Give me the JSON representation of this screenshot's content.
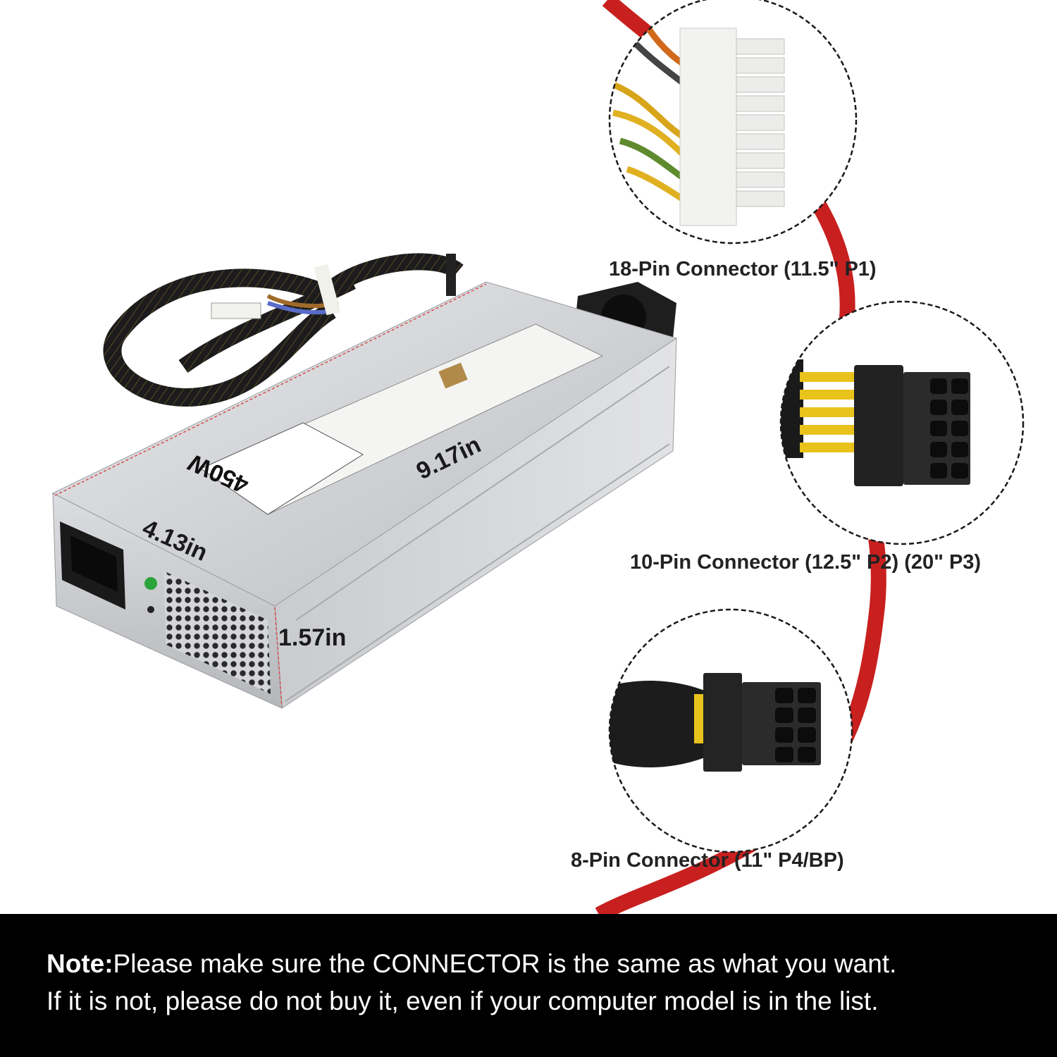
{
  "connectors": [
    {
      "label": "18-Pin Connector (11.5\" P1)"
    },
    {
      "label": "10-Pin Connector (12.5\" P2) (20\" P3)"
    },
    {
      "label": "8-Pin Connector (11\" P4/BP)"
    }
  ],
  "dimensions": {
    "length": "9.17in",
    "width": "4.13in",
    "height": "1.57in"
  },
  "psu_label": {
    "wattage": "450W"
  },
  "note": {
    "prefix": "Note:",
    "line1": "Please make sure the CONNECTOR is the same as what you want.",
    "line2": "If it is not, please do not buy it, even if your computer model is in the list."
  },
  "colors": {
    "accent_line": "#c8201f",
    "note_background": "#000000",
    "note_text": "#ffffff"
  }
}
